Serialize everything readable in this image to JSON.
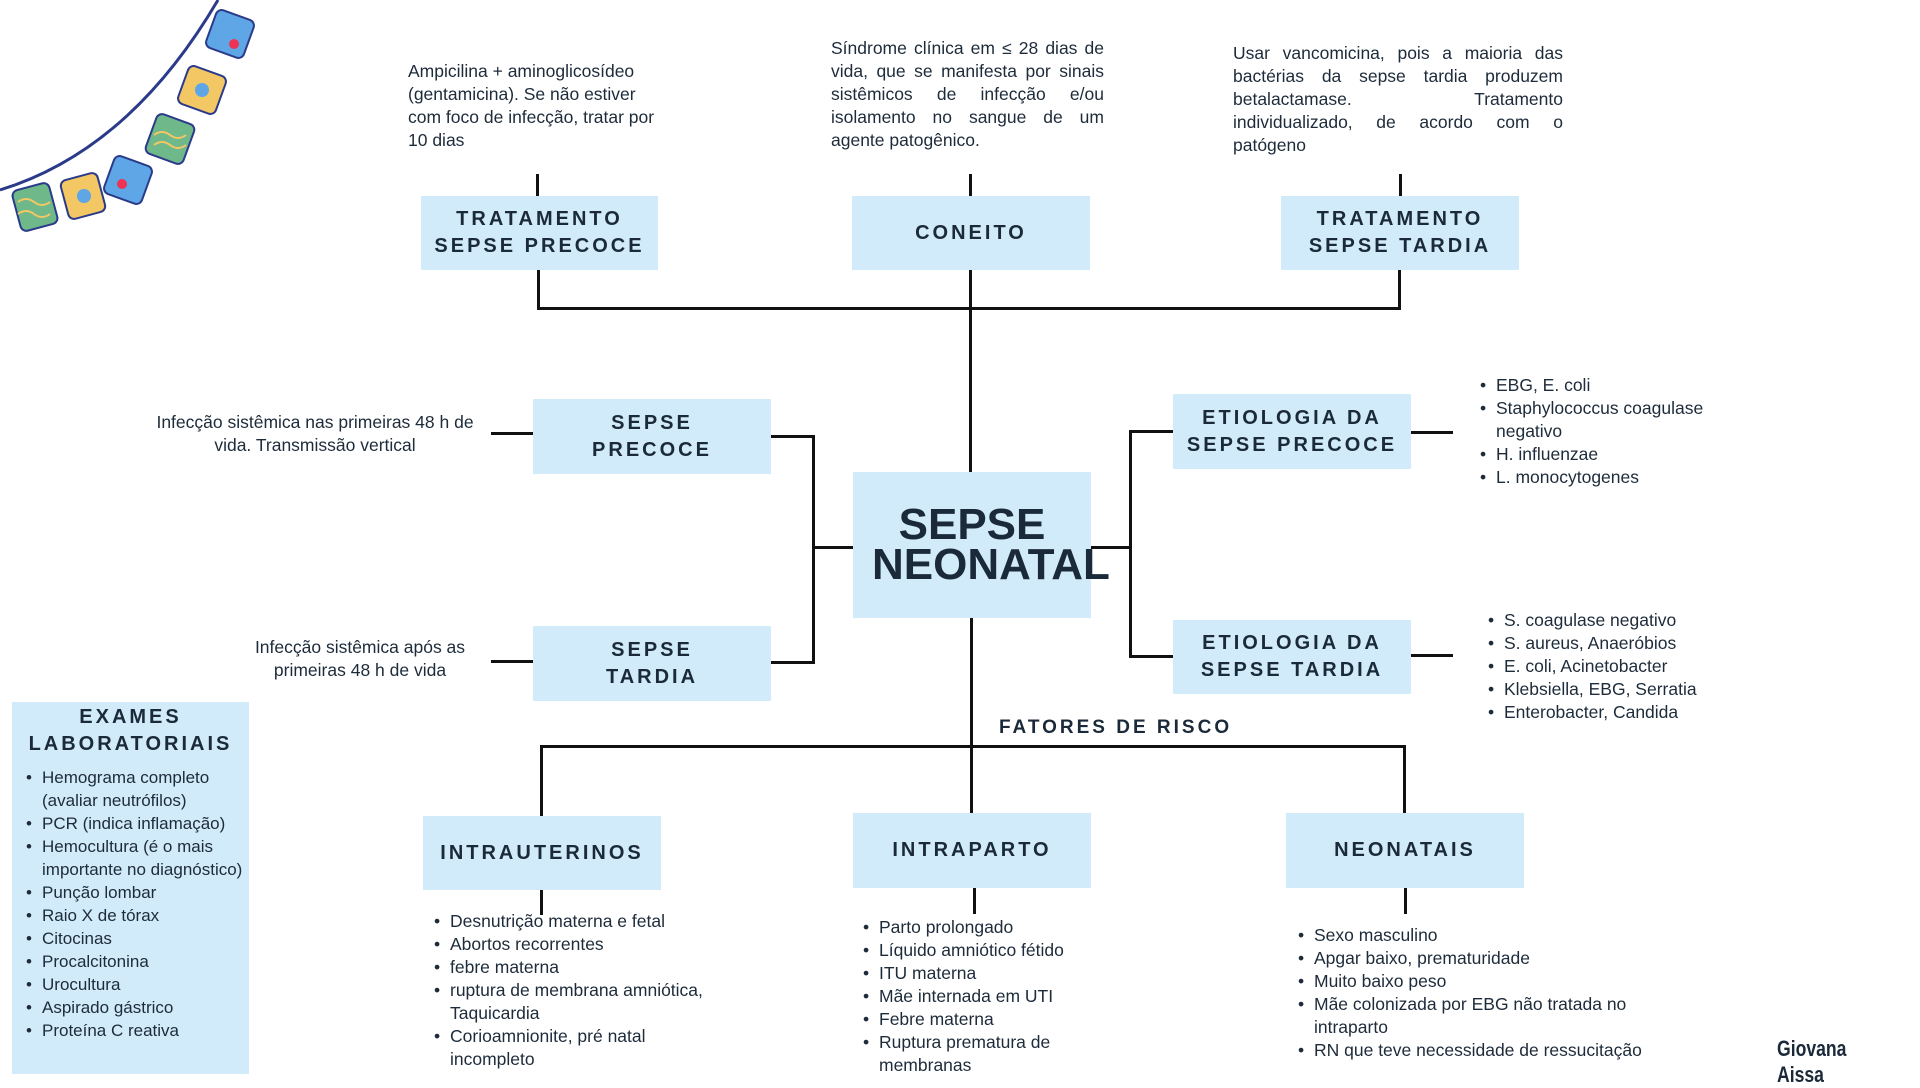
{
  "title": "SEPSE NEONATAL",
  "top": {
    "tratamento_precoce": {
      "label_line1": "TRATAMENTO",
      "label_line2": "SEPSE PRECOCE",
      "text": "Ampicilina + aminoglicosídeo (gentamicina). Se não estiver com foco de infecção, tratar por 10 dias"
    },
    "conceito": {
      "label": "CONEITO",
      "text": "Síndrome clínica em ≤ 28 dias de vida, que se manifesta por sinais sistêmicos de infecção e/ou isolamento no sangue de um agente patogênico."
    },
    "tratamento_tardia": {
      "label_line1": "TRATAMENTO",
      "label_line2": "SEPSE TARDIA",
      "text": "Usar vancomicina, pois a maioria das bactérias da sepse tardia produzem betalactamase. Tratamento individualizado, de acordo com o patógeno"
    }
  },
  "left": {
    "precoce": {
      "label_line1": "SEPSE",
      "label_line2": "PRECOCE",
      "text": "Infecção sistêmica nas primeiras 48 h de vida. Transmissão vertical"
    },
    "tardia": {
      "label_line1": "SEPSE",
      "label_line2": "TARDIA",
      "text": "Infecção sistêmica após as primeiras 48 h de vida"
    }
  },
  "right": {
    "etiologia_precoce": {
      "label_line1": "ETIOLOGIA DA",
      "label_line2": "SEPSE PRECOCE",
      "items": [
        "EBG, E. coli",
        "Staphylococcus coagulase negativo",
        "H. influenzae",
        "L. monocytogenes"
      ]
    },
    "etiologia_tardia": {
      "label_line1": "ETIOLOGIA DA",
      "label_line2": "SEPSE TARDIA",
      "items": [
        "S. coagulase negativo",
        "S. aureus, Anaeróbios",
        "E. coli, Acinetobacter",
        "Klebsiella, EBG, Serratia",
        "Enterobacter, Candida"
      ]
    }
  },
  "fatores": {
    "label": "FATORES DE RISCO",
    "intrauterinos": {
      "label": "INTRAUTERINOS",
      "items": [
        "Desnutrição materna e fetal",
        "Abortos recorrentes",
        "febre materna",
        "ruptura de membrana amniótica, Taquicardia",
        "Corioamnionite, pré natal incompleto"
      ]
    },
    "intraparto": {
      "label": "INTRAPARTO",
      "items": [
        "Parto prolongado",
        "Líquido amniótico fétido",
        "ITU materna",
        "Mãe internada em UTI",
        "Febre materna",
        "Ruptura prematura de membranas"
      ]
    },
    "neonatais": {
      "label": "NEONATAIS",
      "items": [
        "Sexo masculino",
        "Apgar baixo, prematuridade",
        "Muito baixo peso",
        "Mãe colonizada por EBG não tratada no intraparto",
        "RN que teve necessidade de ressucitação"
      ]
    }
  },
  "exames": {
    "label_line1": "EXAMES",
    "label_line2": "LABORATORIAIS",
    "items": [
      "Hemograma completo (avaliar neutrófilos)",
      "PCR (indica inflamação)",
      "Hemocultura (é o mais importante no diagnóstico)",
      "Punção lombar",
      "Raio X de tórax",
      "Citocinas",
      "Procalcitonina",
      "Urocultura",
      "Aspirado gástrico",
      "Proteína C reativa"
    ]
  },
  "signature": "Giovana Aissa",
  "colors": {
    "box": "#d2ebfa",
    "text": "#1d2b3a",
    "line": "#111111"
  }
}
